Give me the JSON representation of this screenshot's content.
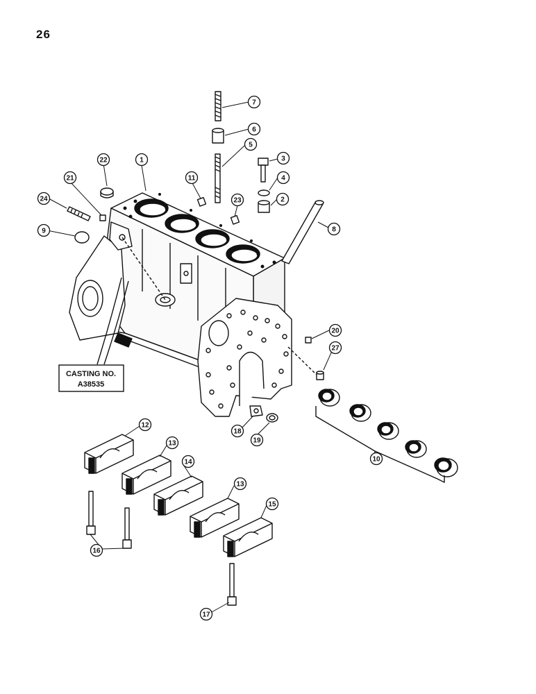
{
  "page_number": "26",
  "casting_label": {
    "line1": "CASTING NO.",
    "line2": "A38535"
  },
  "callouts": [
    {
      "id": "c1",
      "number": "1"
    },
    {
      "id": "c2",
      "number": "2"
    },
    {
      "id": "c3",
      "number": "3"
    },
    {
      "id": "c4",
      "number": "4"
    },
    {
      "id": "c5",
      "number": "5"
    },
    {
      "id": "c6",
      "number": "6"
    },
    {
      "id": "c7",
      "number": "7"
    },
    {
      "id": "c8",
      "number": "8"
    },
    {
      "id": "c9",
      "number": "9"
    },
    {
      "id": "c10",
      "number": "10"
    },
    {
      "id": "c11",
      "number": "11"
    },
    {
      "id": "c12",
      "number": "12"
    },
    {
      "id": "c13a",
      "number": "13"
    },
    {
      "id": "c13b",
      "number": "13"
    },
    {
      "id": "c14",
      "number": "14"
    },
    {
      "id": "c15",
      "number": "15"
    },
    {
      "id": "c16",
      "number": "16"
    },
    {
      "id": "c17",
      "number": "17"
    },
    {
      "id": "c18",
      "number": "18"
    },
    {
      "id": "c19",
      "number": "19"
    },
    {
      "id": "c20",
      "number": "20"
    },
    {
      "id": "c21",
      "number": "21"
    },
    {
      "id": "c22",
      "number": "22"
    },
    {
      "id": "c23",
      "number": "23"
    },
    {
      "id": "c24",
      "number": "24"
    },
    {
      "id": "c27",
      "number": "27"
    }
  ]
}
